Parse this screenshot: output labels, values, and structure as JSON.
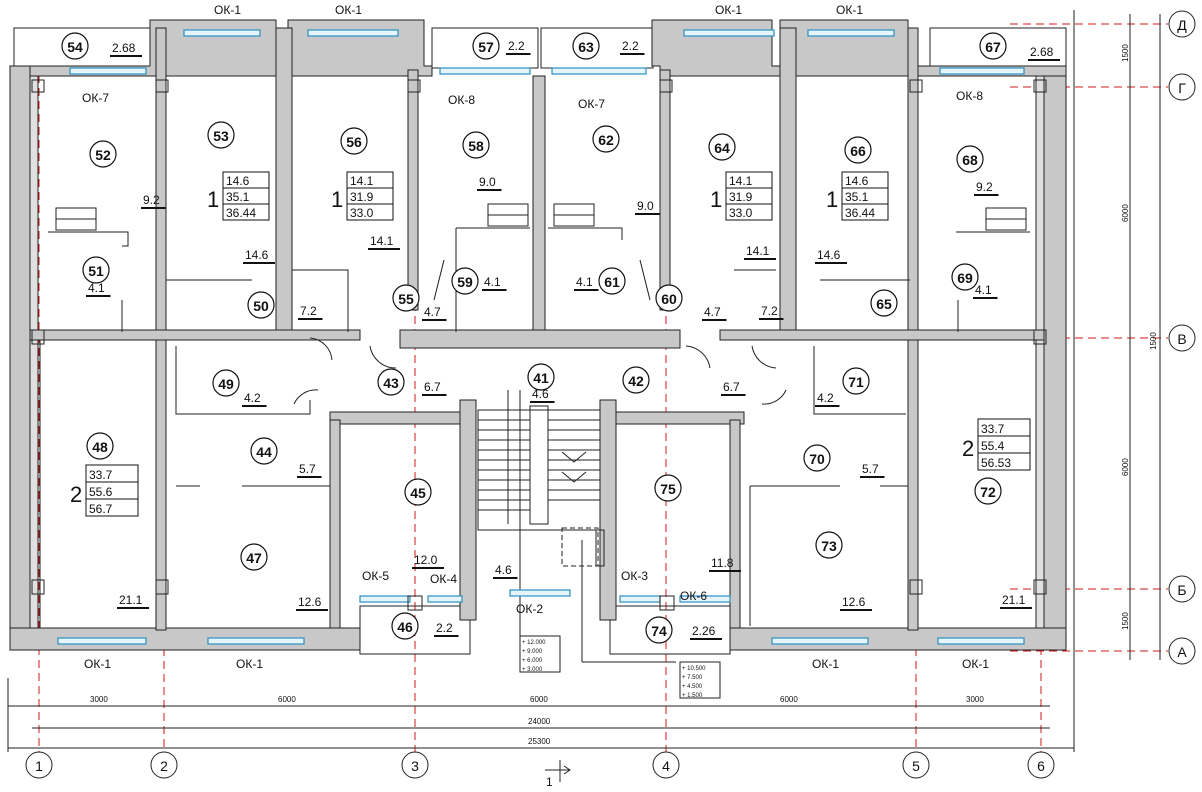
{
  "rooms": [
    {
      "id": "41",
      "area": ""
    },
    {
      "id": "42",
      "area": ""
    },
    {
      "id": "43",
      "area": "6.7"
    },
    {
      "id": "44",
      "area": "5.7"
    },
    {
      "id": "45",
      "area": "12.0"
    },
    {
      "id": "46",
      "area": "2.2"
    },
    {
      "id": "47",
      "area": "12.6"
    },
    {
      "id": "48",
      "area": "21.1"
    },
    {
      "id": "49",
      "area": "4.2"
    },
    {
      "id": "50",
      "area": "7.2"
    },
    {
      "id": "51",
      "area": "4.1"
    },
    {
      "id": "52",
      "area": "9.2"
    },
    {
      "id": "53",
      "area": "14.6"
    },
    {
      "id": "54",
      "area": "2.68"
    },
    {
      "id": "55",
      "area": "4.7"
    },
    {
      "id": "56",
      "area": "14.1"
    },
    {
      "id": "57",
      "area": "2.2"
    },
    {
      "id": "58",
      "area": "9.0"
    },
    {
      "id": "59",
      "area": "4.1"
    },
    {
      "id": "60",
      "area": "4.7"
    },
    {
      "id": "61",
      "area": "4.1"
    },
    {
      "id": "62",
      "area": "9.0"
    },
    {
      "id": "63",
      "area": "2.2"
    },
    {
      "id": "64",
      "area": "14.1"
    },
    {
      "id": "65",
      "area": "7.2"
    },
    {
      "id": "66",
      "area": "14.6"
    },
    {
      "id": "67",
      "area": "2.68"
    },
    {
      "id": "68",
      "area": "9.2"
    },
    {
      "id": "69",
      "area": "4.1"
    },
    {
      "id": "70",
      "area": "5.7"
    },
    {
      "id": "71",
      "area": "4.2"
    },
    {
      "id": "72",
      "area": "21.1"
    },
    {
      "id": "73",
      "area": "12.6"
    },
    {
      "id": "74",
      "area": "2.26"
    },
    {
      "id": "75",
      "area": "11.8"
    }
  ],
  "extra_areas": [
    "4.6",
    "6.7",
    "4.6",
    "14.6",
    "14.1"
  ],
  "apartments": [
    {
      "rooms": "1",
      "lines": [
        "14.6",
        "35.1",
        "36.44"
      ]
    },
    {
      "rooms": "1",
      "lines": [
        "14.1",
        "31.9",
        "33.0"
      ]
    },
    {
      "rooms": "1",
      "lines": [
        "14.1",
        "31.9",
        "33.0"
      ]
    },
    {
      "rooms": "1",
      "lines": [
        "14.6",
        "35.1",
        "36.44"
      ]
    },
    {
      "rooms": "2",
      "lines": [
        "33.7",
        "55.6",
        "56.7"
      ]
    },
    {
      "rooms": "2",
      "lines": [
        "33.7",
        "55.4",
        "56.53"
      ]
    }
  ],
  "windows": [
    "ОК-1",
    "ОК-1",
    "ОК-1",
    "ОК-1",
    "ОК-7",
    "ОК-8",
    "ОК-7",
    "ОК-8",
    "ОК-5",
    "ОК-4",
    "ОК-2",
    "ОК-3",
    "ОК-6",
    "ОК-1",
    "ОК-1",
    "ОК-1",
    "ОК-1"
  ],
  "axes": {
    "vertical": [
      "1",
      "2",
      "3",
      "4",
      "5",
      "6"
    ],
    "horizontal": [
      "Д",
      "Г",
      "В",
      "Б",
      "А"
    ]
  },
  "dimensions": {
    "segments": [
      "3000",
      "6000",
      "6000",
      "6000",
      "3000"
    ],
    "total_inner": "24000",
    "total_outer": "25300",
    "vertical": [
      "1500",
      "6000",
      "1500",
      "6000",
      "1500"
    ]
  },
  "section_mark": "1",
  "stair_levels_left": [
    "+ 12.000",
    "+ 9.000",
    "+ 6.000",
    "+ 3.000"
  ],
  "stair_levels_right": [
    "+ 10.500",
    "+ 7.500",
    "+ 4.500",
    "+ 1.500"
  ],
  "colors": {
    "grid": "#d01818",
    "window": "#2a8fc4",
    "wall": "#c8c8c8"
  }
}
